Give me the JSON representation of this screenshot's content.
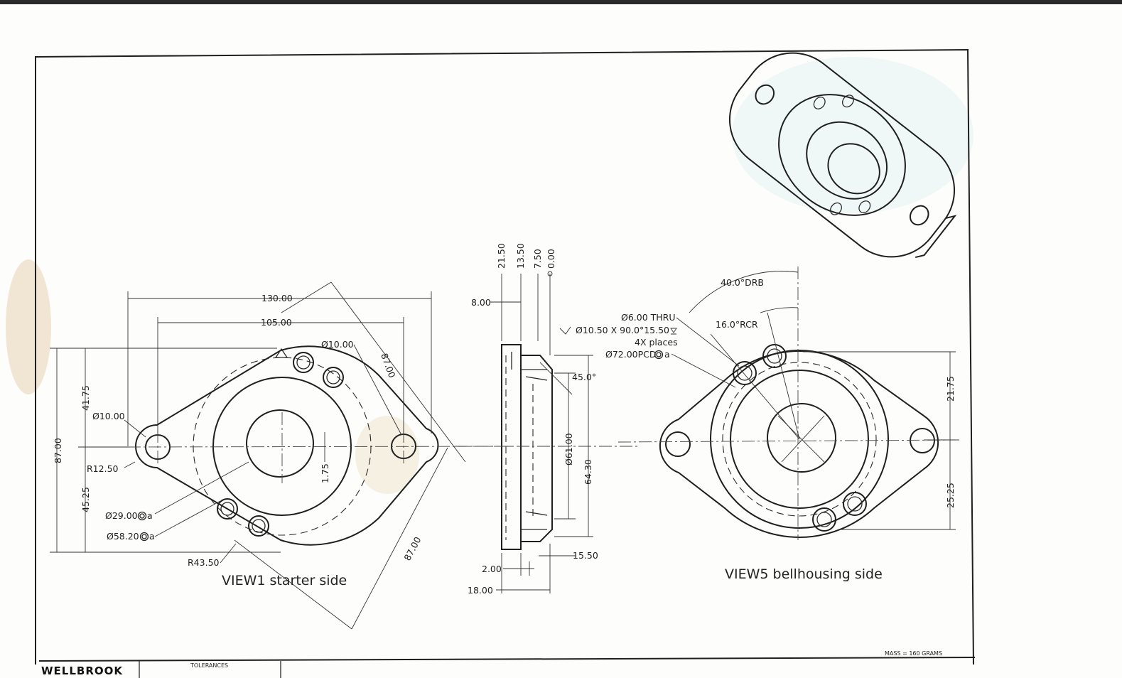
{
  "views": {
    "view1_label": "VIEW1 starter side",
    "view5_label": "VIEW5 bellhousing side"
  },
  "view1_dims": {
    "d130": "130.00",
    "d105": "105.00",
    "d87_top": "87.00",
    "d87_bottom": "87.00",
    "d87_vert": "87.00",
    "d41_75": "41.75",
    "d45_25": "45.25",
    "hole10_left": "Ø10.00",
    "hole10_right": "Ø10.00",
    "r12_50": "R12.50",
    "d1_75": "1.75",
    "bore29": "Ø29.00",
    "bore58": "Ø58.20",
    "datum_a1": "a",
    "datum_a2": "a",
    "r43_50": "R43.50"
  },
  "section_dims": {
    "d21_50": "21.50",
    "d13_50": "13.50",
    "d7_50": "7.50",
    "d0_00": "0.00",
    "d8_00": "8.00",
    "chamfer_callout": "Ø10.50 X 90.0°15.50",
    "angle45": "45.0°",
    "d61": "Ø61.00",
    "d64_30": "64.30",
    "d15_50": "15.50",
    "d2_00": "2.00",
    "d18_00": "18.00"
  },
  "view5_dims": {
    "angle40": "40.0°DRB",
    "angle16": "16.0°RCR",
    "thru": "Ø6.00 THRU",
    "places": "4X places",
    "pcd": "Ø72.00PCD",
    "datum_a": "a",
    "d21_75": "21.75",
    "d25_25": "25.25"
  },
  "title_block": {
    "logo": "WELLBROOK",
    "tolerances": "TOLERANCES",
    "mass": "MASS = 160 GRAMS"
  }
}
